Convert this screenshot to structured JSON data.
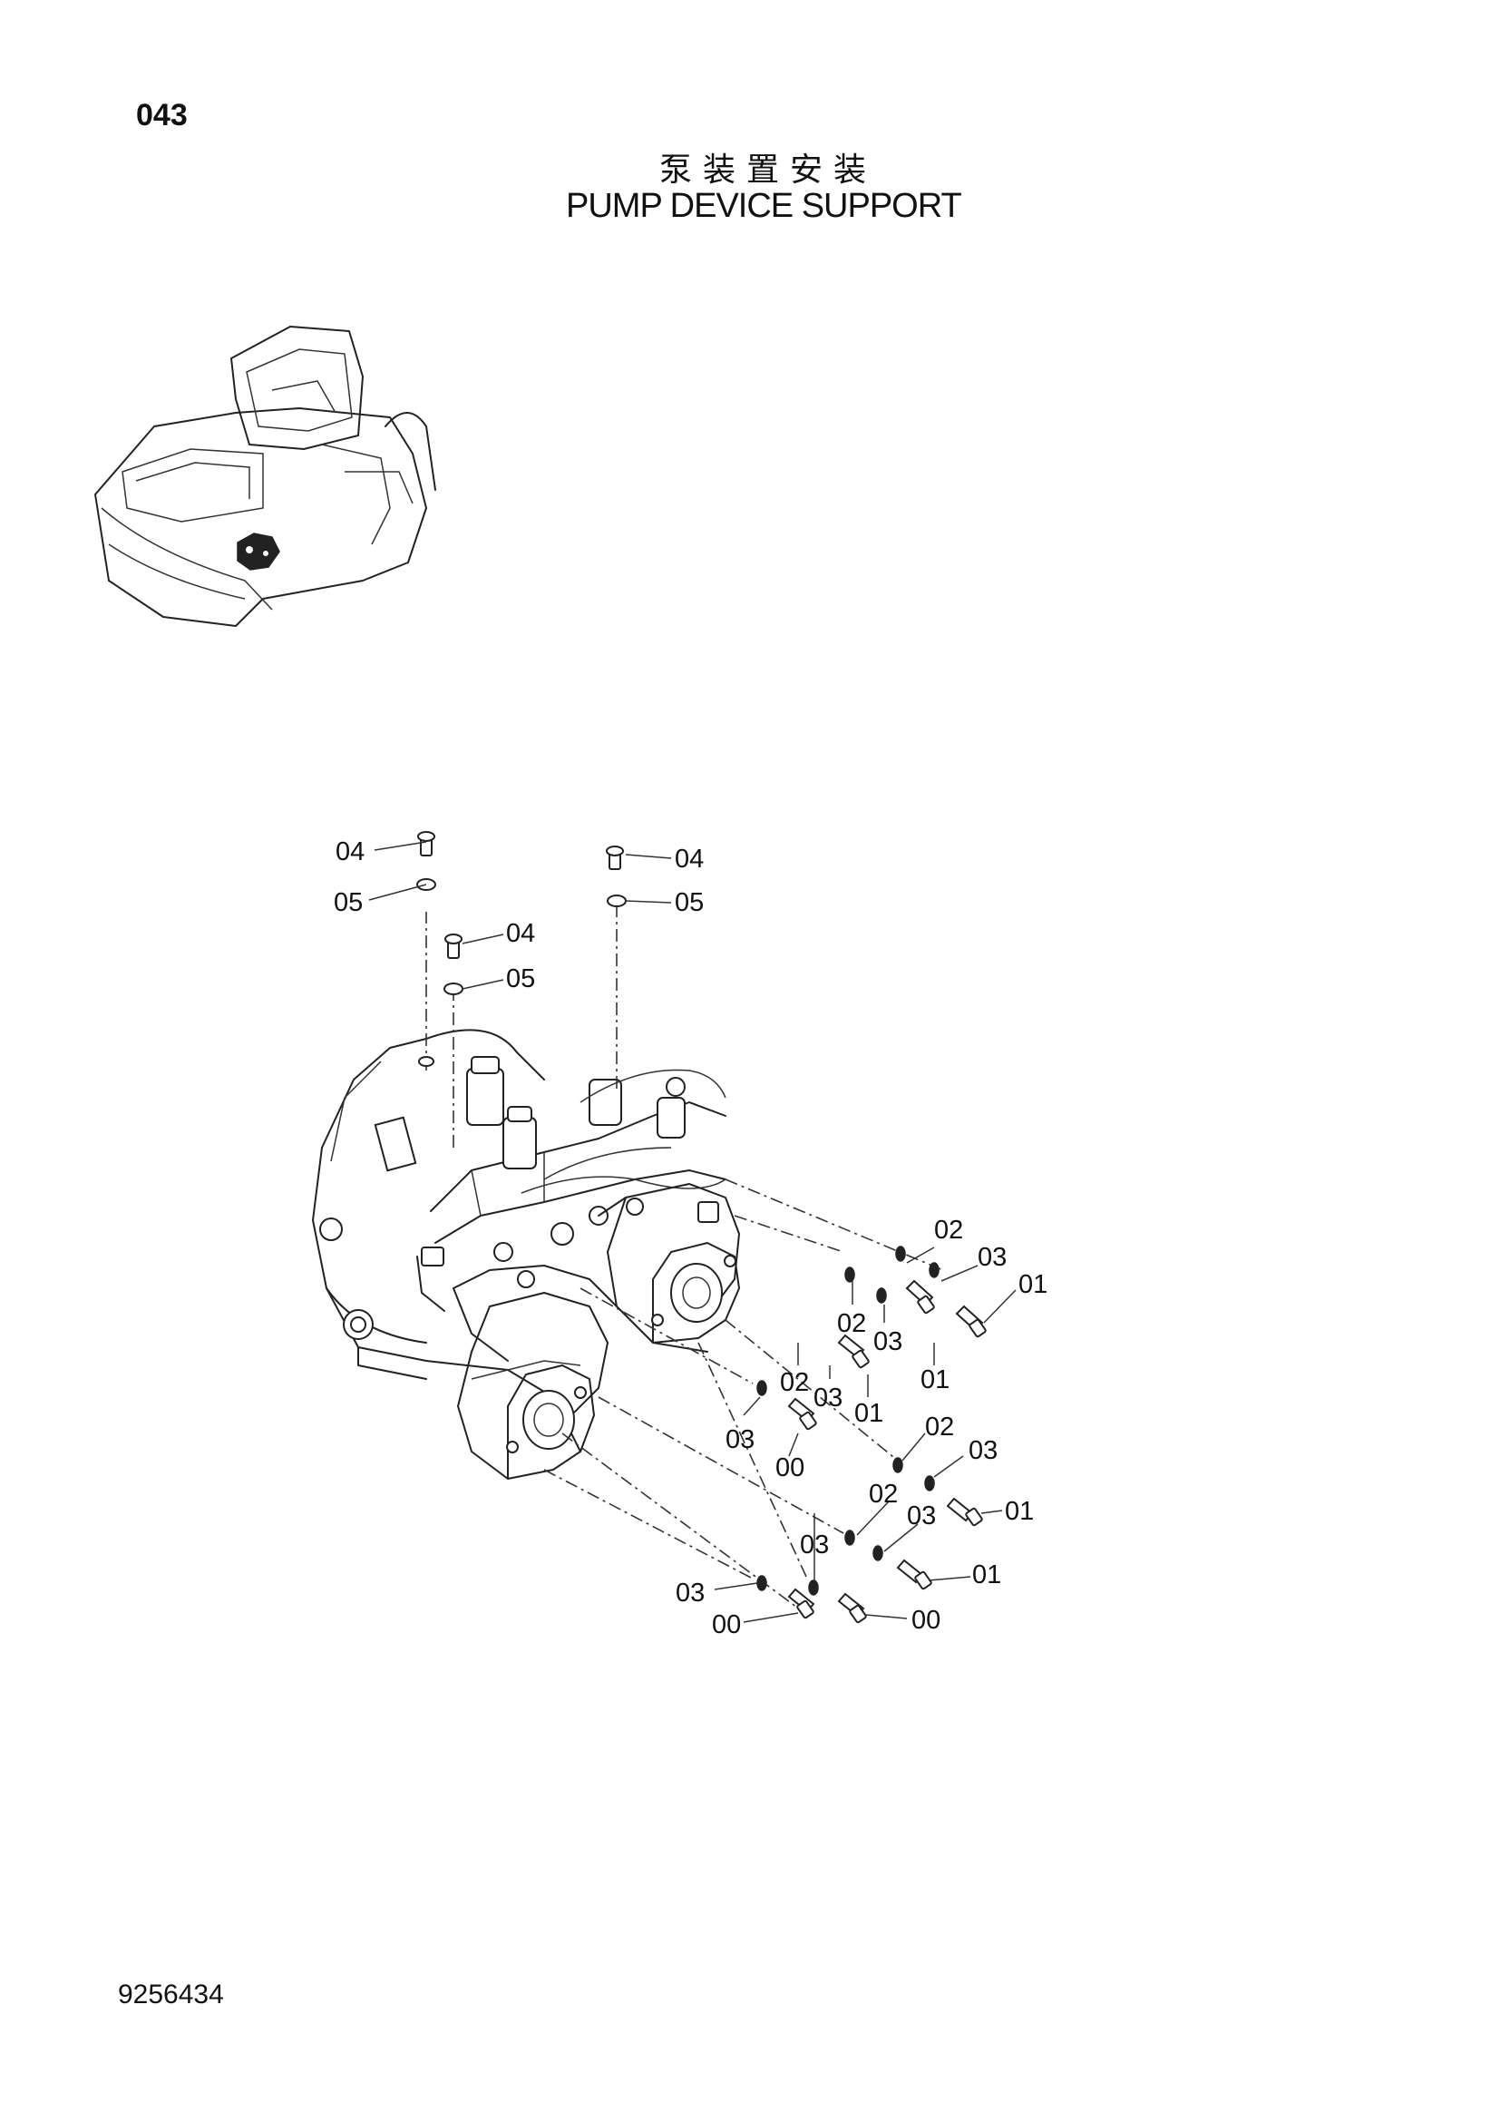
{
  "header": {
    "page_number": "043",
    "title_chinese": "泵装置安装",
    "title_english": "PUMP DEVICE SUPPORT"
  },
  "footer": {
    "document_number": "9256434"
  },
  "callouts": {
    "c1": "04",
    "c2": "05",
    "c3": "04",
    "c4": "05",
    "c5": "04",
    "c6": "05",
    "c7": "02",
    "c8": "03",
    "c9": "01",
    "c10": "02",
    "c11": "03",
    "c12": "01",
    "c13": "02",
    "c14": "03",
    "c15": "01",
    "c16": "03",
    "c17": "00",
    "c18": "02",
    "c19": "03",
    "c20": "01",
    "c21": "02",
    "c22": "03",
    "c23": "01",
    "c24": "03",
    "c25": "03",
    "c26": "00",
    "c27": "00"
  }
}
